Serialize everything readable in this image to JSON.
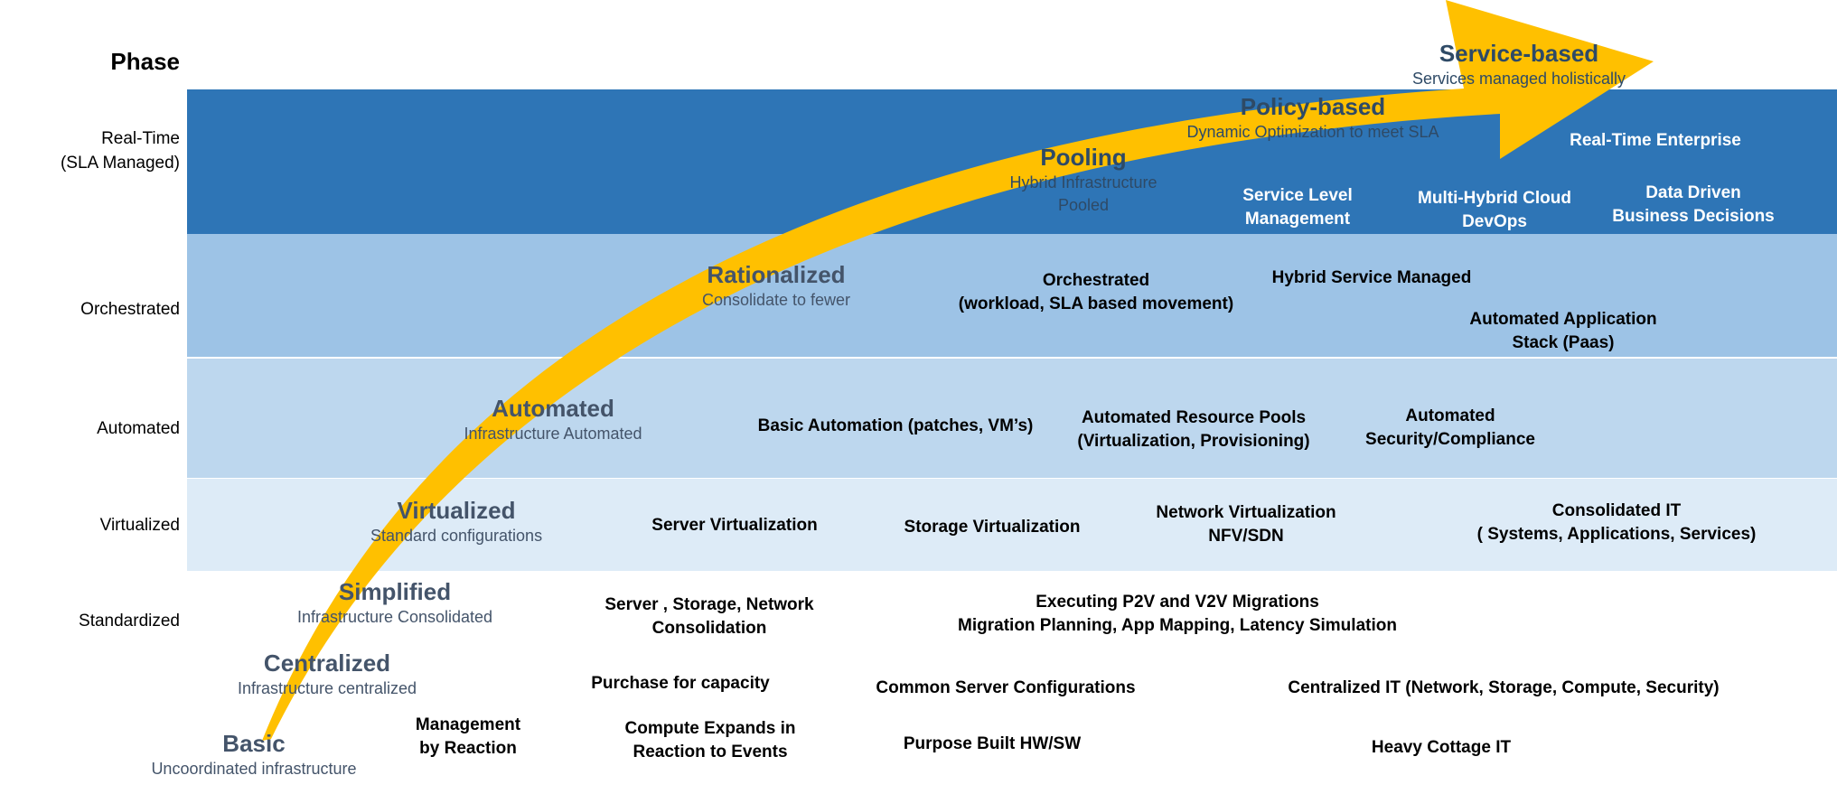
{
  "phase_header": "Phase",
  "colors": {
    "band_realtime": "#2e75b6",
    "band_orchestrated": "#9dc3e6",
    "band_automated": "#bdd7ee",
    "band_virtualized": "#ddebf7",
    "arrow": "#ffc000",
    "stage_text": "#44546a"
  },
  "rows": [
    {
      "lines": [
        "Real-Time",
        "(SLA Managed)"
      ]
    },
    {
      "lines": [
        "Orchestrated"
      ]
    },
    {
      "lines": [
        "Automated"
      ]
    },
    {
      "lines": [
        "Virtualized"
      ]
    },
    {
      "lines": [
        "Standardized"
      ]
    }
  ],
  "stages": [
    {
      "title": "Basic",
      "sub": "Uncoordinated  infrastructure"
    },
    {
      "title": "Centralized",
      "sub": "Infrastructure  centralized"
    },
    {
      "title": "Simplified",
      "sub": "Infrastructure Consolidated"
    },
    {
      "title": "Virtualized",
      "sub": "Standard  configurations"
    },
    {
      "title": "Automated",
      "sub": "Infrastructure  Automated"
    },
    {
      "title": "Rationalized",
      "sub": "Consolidate  to fewer"
    },
    {
      "title": "Pooling",
      "sub": "Hybrid Infrastructure",
      "sub2": "Pooled"
    },
    {
      "title": "Policy-based",
      "sub": "Dynamic Optimization to meet SLA"
    },
    {
      "title": "Service-based",
      "sub": "Services managed holistically"
    }
  ],
  "items": [
    {
      "lines": [
        "Real-Time Enterprise"
      ]
    },
    {
      "lines": [
        "Service Level",
        "Management"
      ]
    },
    {
      "lines": [
        "Multi-Hybrid Cloud",
        "DevOps"
      ]
    },
    {
      "lines": [
        "Data Driven",
        "Business Decisions"
      ]
    },
    {
      "lines": [
        "Orchestrated",
        "(workload, SLA based movement)"
      ]
    },
    {
      "lines": [
        "Hybrid Service Managed"
      ]
    },
    {
      "lines": [
        "Automated Application",
        "Stack (Paas)"
      ]
    },
    {
      "lines": [
        "Basic Automation (patches, VM’s)"
      ]
    },
    {
      "lines": [
        "Automated Resource Pools",
        "(Virtualization, Provisioning)"
      ]
    },
    {
      "lines": [
        "Automated",
        "Security/Compliance"
      ]
    },
    {
      "lines": [
        "Server Virtualization"
      ]
    },
    {
      "lines": [
        "Storage Virtualization"
      ]
    },
    {
      "lines": [
        "Network Virtualization",
        "NFV/SDN"
      ]
    },
    {
      "lines": [
        "Consolidated IT",
        "( Systems, Applications, Services)"
      ]
    },
    {
      "lines": [
        "Server , Storage, Network",
        "Consolidation"
      ]
    },
    {
      "lines": [
        "Executing P2V and V2V Migrations",
        "Migration Planning, App Mapping, Latency Simulation"
      ]
    },
    {
      "lines": [
        "Purchase for capacity"
      ]
    },
    {
      "lines": [
        "Common Server Configurations"
      ]
    },
    {
      "lines": [
        "Centralized IT (Network, Storage, Compute, Security)"
      ]
    },
    {
      "lines": [
        "Management",
        "by Reaction"
      ]
    },
    {
      "lines": [
        "Compute Expands in",
        "Reaction to Events"
      ]
    },
    {
      "lines": [
        "Purpose Built HW/SW"
      ]
    },
    {
      "lines": [
        "Heavy Cottage IT"
      ]
    }
  ]
}
